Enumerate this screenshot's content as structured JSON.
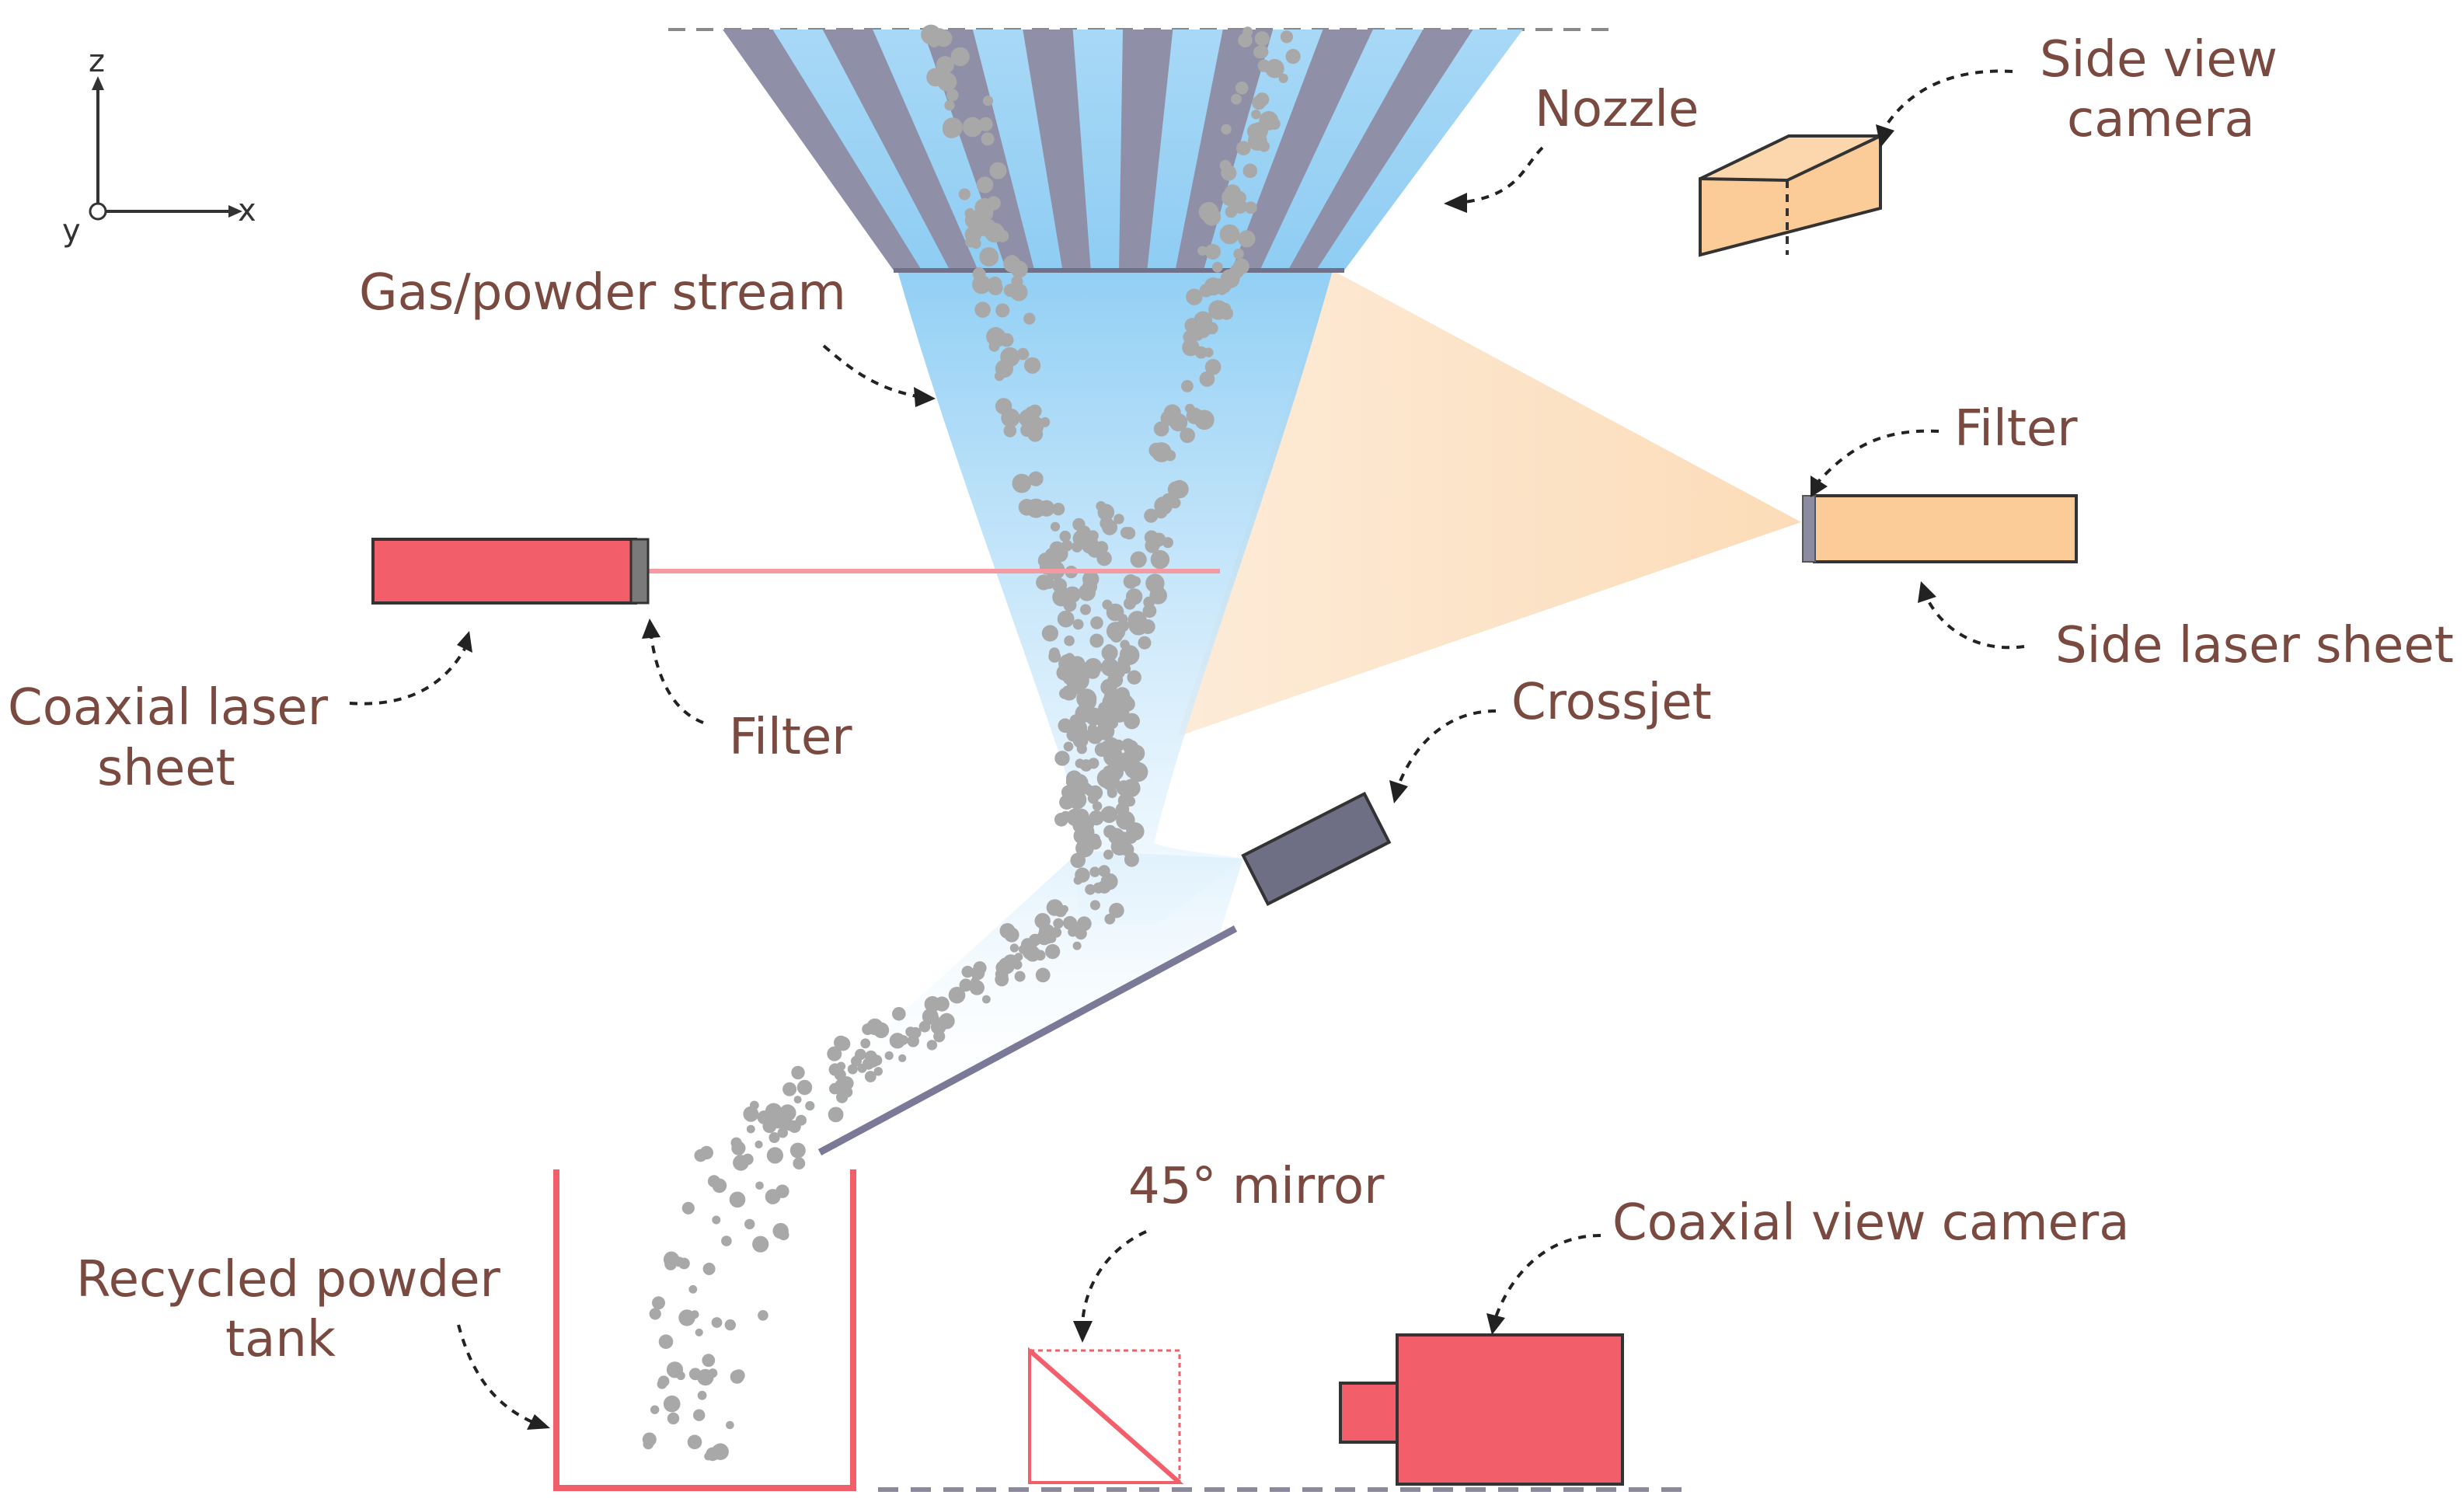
{
  "axes": {
    "z": "z",
    "x": "x",
    "y": "y"
  },
  "labels": {
    "nozzle": "Nozzle",
    "side_view_camera": [
      "Side view",
      "camera"
    ],
    "gas_powder_stream": "Gas/powder stream",
    "filter_right": "Filter",
    "side_laser_sheet": "Side laser sheet",
    "coaxial_laser_sheet": [
      "Coaxial laser",
      "sheet"
    ],
    "filter_left": "Filter",
    "crossjet": "Crossjet",
    "mirror": "45° mirror",
    "coaxial_view_camera": "Coaxial view camera",
    "recycled_powder_tank": [
      "Recycled powder",
      "tank"
    ]
  },
  "colors": {
    "label_text": "#7a4a40",
    "nozzle_stripe": "#8f8fa8",
    "gas_blue": "#7cc6f2",
    "particle": "#a8a8a8",
    "laser_red": "#f25f6a",
    "side_sheet": "#fbd8b3",
    "camera_orange": "#fbcb98",
    "crossjet_gray": "#6e6e84"
  }
}
